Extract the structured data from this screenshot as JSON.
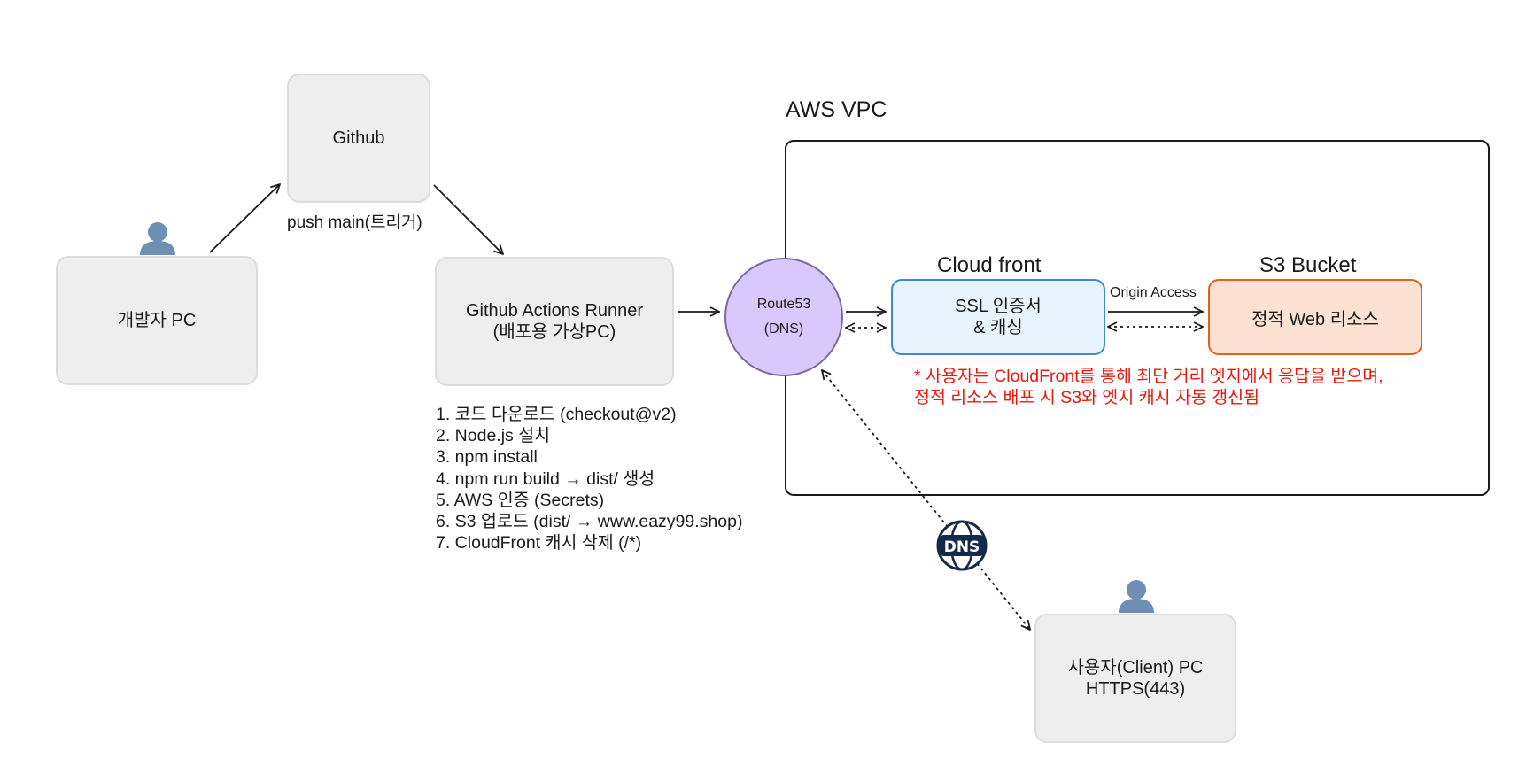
{
  "nodes": {
    "developer_pc": "개발자 PC",
    "github": "Github",
    "runner": "Github Actions Runner\n(배포용 가상PC)",
    "route53_name": "Route53",
    "route53_sub": "(DNS)",
    "cloudfront_title": "Cloud front",
    "cloudfront_body": "SSL 인증서\n& 캐싱",
    "s3_title": "S3 Bucket",
    "s3_body": "정적 Web 리소스",
    "client_pc": "사용자(Client) PC\nHTTPS(443)"
  },
  "labels": {
    "push_trigger": "push main(트리거)",
    "origin_access": "Origin Access",
    "vpc_title": "AWS VPC",
    "dns_icon_text": "DNS"
  },
  "steps": [
    "1. 코드 다운로드 (checkout@v2)",
    "2. Node.js 설치",
    "3. npm install",
    "4. npm run build → dist/ 생성",
    "5. AWS 인증 (Secrets)",
    "6. S3 업로드 (dist/ → www.eazy99.shop)",
    "7. CloudFront 캐시 삭제 (/*)"
  ],
  "note": "* 사용자는 CloudFront를 통해 최단 거리 엣지에서 응답을 받으며,\n정적 리소스 배포 시 S3와 엣지 캐시 자동 갱신됨",
  "colors": {
    "node_fill": "#eeeeee",
    "route53_fill": "#d9c8fb",
    "cloudfront_border": "#3d8ad8",
    "cloudfront_fill": "#e8f4fd",
    "s3_border": "#e2621a",
    "s3_fill": "#fde1d3",
    "note_text": "#e8190f",
    "user_icon": "#6d8fb3",
    "dns_icon": "#152a4a"
  },
  "icons": [
    "user-icon",
    "user-icon",
    "dns-globe-icon"
  ]
}
